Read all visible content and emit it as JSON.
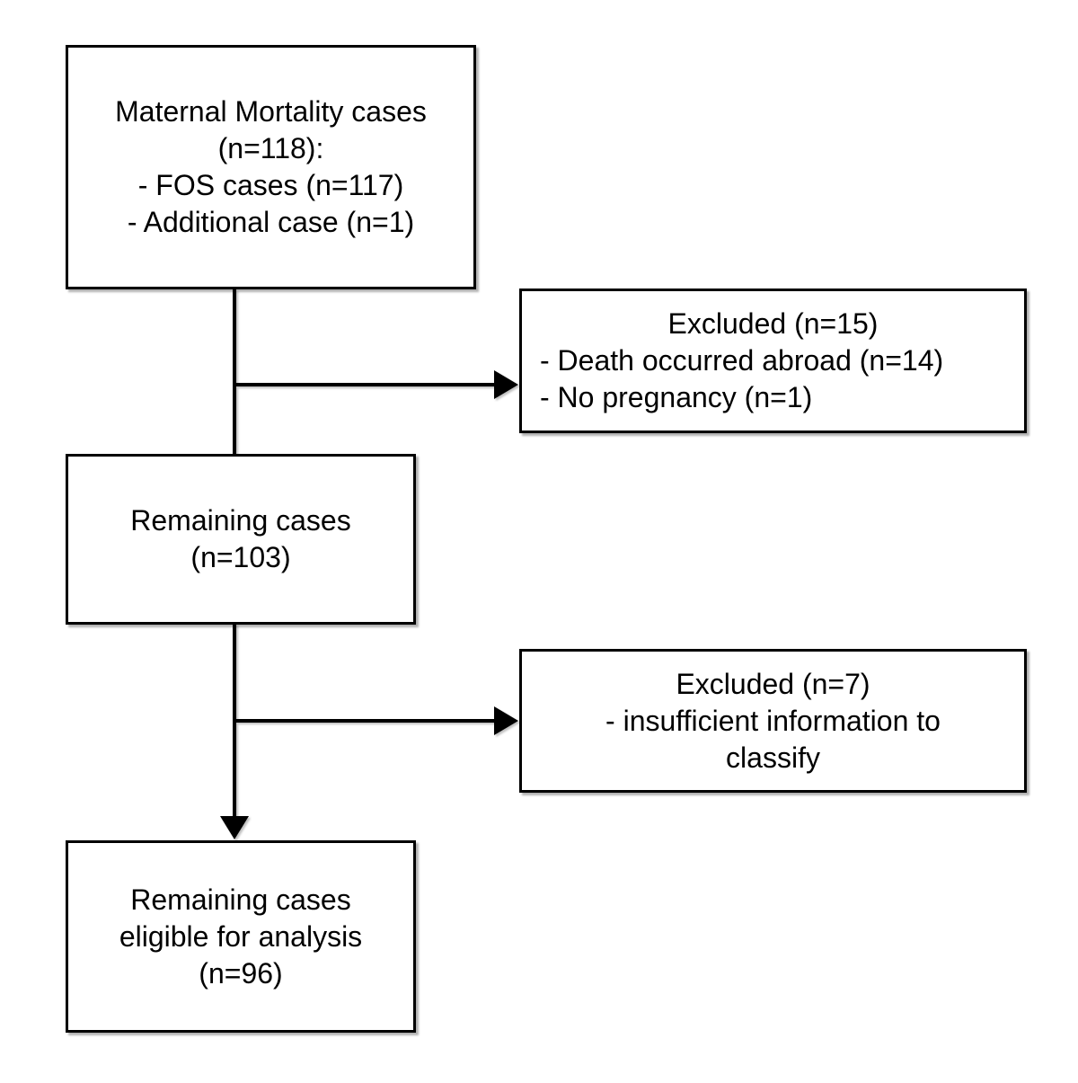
{
  "diagram": {
    "type": "flowchart",
    "colors": {
      "background": "#ffffff",
      "box_fill": "#ffffff",
      "box_border": "#000000",
      "text": "#000000",
      "connector": "#000000"
    },
    "boxes": {
      "source": {
        "line1": "Maternal Mortality cases",
        "line2": "(n=118):",
        "line3": "- FOS cases (n=117)",
        "line4": "- Additional case (n=1)"
      },
      "excluded_first": {
        "line1": "Excluded (n=15)",
        "line2": "- Death occurred abroad (n=14)",
        "line3": "- No pregnancy (n=1)"
      },
      "remaining": {
        "line1": "Remaining cases",
        "line2": "(n=103)"
      },
      "excluded_second": {
        "line1": "Excluded (n=7)",
        "line2": "- insufficient information to",
        "line3": "classify"
      },
      "eligible": {
        "line1": "Remaining cases",
        "line2": "eligible for analysis",
        "line3": "(n=96)"
      }
    },
    "connections": {
      "source_to_remaining": "vertical line",
      "branch_to_excluded_first": "right arrow",
      "remaining_to_eligible": "vertical arrow down",
      "branch_to_excluded_second": "right arrow"
    }
  }
}
